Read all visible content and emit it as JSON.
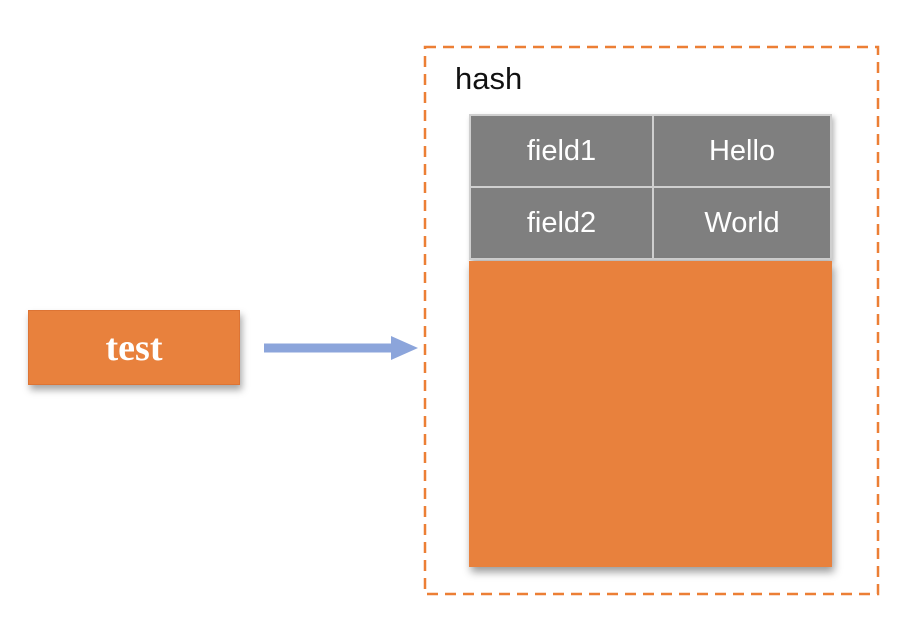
{
  "key_node": {
    "label": "test"
  },
  "hash": {
    "title": "hash",
    "entries": [
      {
        "field": "field1",
        "value": "Hello"
      },
      {
        "field": "field2",
        "value": "World"
      }
    ]
  },
  "colors": {
    "orange": "#e8813d",
    "orange_border": "#dd7434",
    "dash_orange": "#ec7f35",
    "cell_gray": "#7f7f7f",
    "divider_gray": "#cfcfcf",
    "arrow_blue": "#8ca5db",
    "title_black": "#111111",
    "cell_text": "#ffffff"
  }
}
